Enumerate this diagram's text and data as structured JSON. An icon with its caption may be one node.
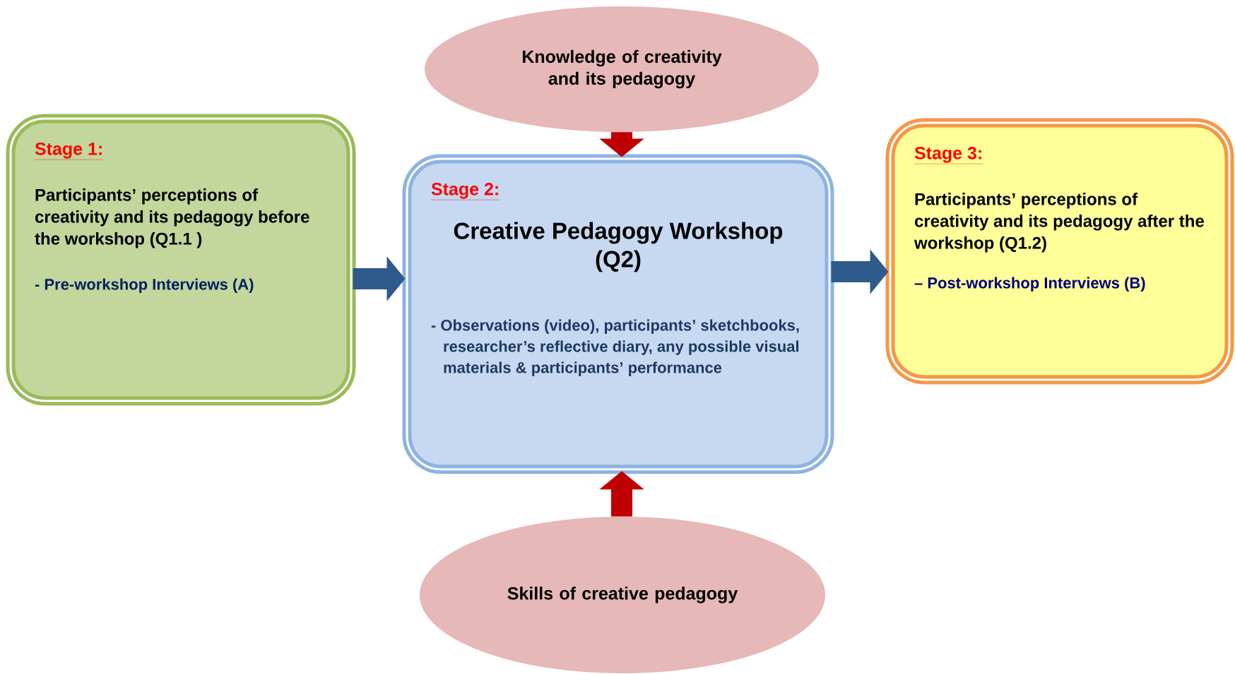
{
  "diagram": {
    "nodes": [
      {
        "text": [
          "Knowledge of creativity and its pedagogy"
        ]
      },
      {
        "text": [
          "Stage 1:",
          "Participants’ perceptions of creativity and its pedagogy before the workshop (Q1.1 )",
          "- Pre-workshop Interviews (A)"
        ]
      },
      {
        "text": [
          "Stage 2:",
          "Creative Pedagogy Workshop (Q2)",
          "- Observations (video), participants’ sketchbooks, researcher’s reflective diary, any possible visual materials & participants’ performance"
        ]
      },
      {
        "text": [
          "Stage 3:",
          "Participants’ perceptions of creativity and its pedagogy after the workshop (Q1.2)",
          "– Post-workshop Interviews (B)"
        ]
      },
      {
        "text": [
          "Skills of creative pedagogy"
        ]
      }
    ],
    "edges": [
      {
        "from": 1,
        "to": 2,
        "arrow": "to"
      },
      {
        "from": 2,
        "to": 3,
        "arrow": "to"
      },
      {
        "from": 0,
        "to": 2,
        "arrow": "to",
        "color": "#c00000"
      },
      {
        "from": 4,
        "to": 2,
        "arrow": "to",
        "color": "#c00000"
      }
    ]
  }
}
